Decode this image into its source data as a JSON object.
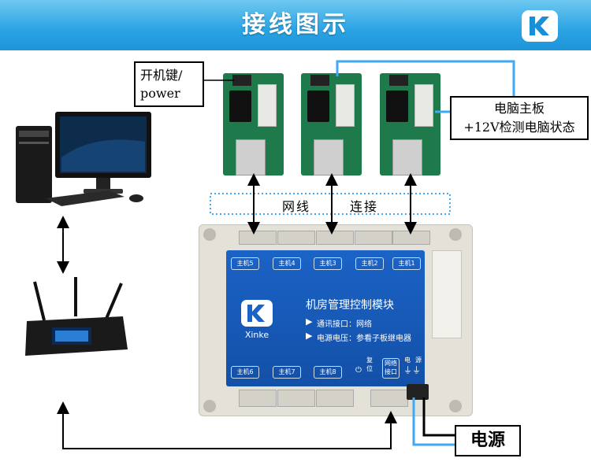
{
  "header": {
    "title": "接线图示"
  },
  "callouts": {
    "power_line1": "开机键/",
    "power_line2": "power",
    "board_line1": "电脑主板",
    "board_line2": "+12V检测电脑状态",
    "psu": "电源"
  },
  "network_label": {
    "part1": "网线",
    "part2": "连接"
  },
  "module": {
    "title": "机房管理控制模块",
    "brand": "Xinke",
    "spec1": "通讯接口：网络",
    "spec2": "电源电压：参看子板继电器",
    "hosts_top": [
      "主机5",
      "主机4",
      "主机3",
      "主机2",
      "主机1"
    ],
    "hosts_bottom": [
      "主机6",
      "主机7",
      "主机8"
    ],
    "reset_label": "复位",
    "net_port_label": "网络接口",
    "power_label": "电源"
  },
  "colors": {
    "header": "#2aa3e4",
    "panel": "#1b63c6",
    "wire_blue": "#3fa9f5",
    "relay_green": "#1e7a4a"
  }
}
